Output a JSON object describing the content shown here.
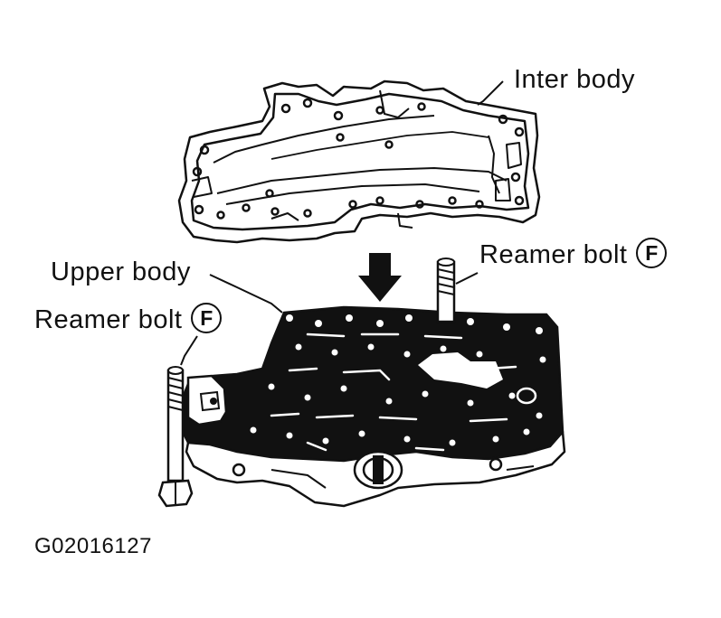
{
  "labels": {
    "inter_body": "Inter body",
    "upper_body": "Upper body",
    "reamer_bolt_right": "Reamer bolt",
    "reamer_bolt_left": "Reamer bolt",
    "circled_symbol": "F"
  },
  "figure_code": "G02016127",
  "colors": {
    "ink": "#111111",
    "paper": "#ffffff"
  }
}
